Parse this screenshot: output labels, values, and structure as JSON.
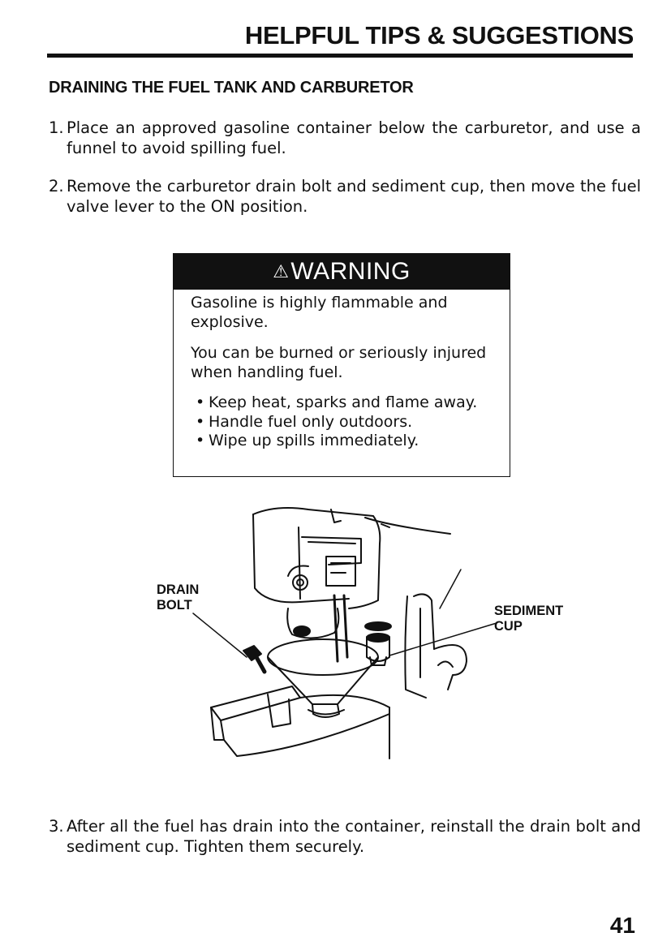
{
  "header": {
    "title": "HELPFUL TIPS & SUGGESTIONS"
  },
  "section": {
    "heading": "DRAINING THE FUEL TANK AND CARBURETOR"
  },
  "steps": [
    {
      "number": "1.",
      "text": "Place an approved gasoline container below the carburetor, and use a funnel to avoid spilling fuel."
    },
    {
      "number": "2.",
      "text": "Remove the carburetor drain bolt and sediment cup, then move the fuel valve lever to the ON position."
    },
    {
      "number": "3.",
      "text": "After all the fuel has drain into the container, reinstall the drain bolt and sediment cup. Tighten them securely."
    }
  ],
  "warning": {
    "title": "WARNING",
    "icon": "warning-triangle-icon",
    "paragraphs": [
      "Gasoline is highly flammable and explosive.",
      "You can be burned or seriously injured when handling fuel."
    ],
    "bullets": [
      "Keep heat, sparks and flame away.",
      "Handle fuel only outdoors.",
      "Wipe up spills immediately."
    ]
  },
  "figure": {
    "labels": {
      "drain_bolt_1": "DRAIN",
      "drain_bolt_2": "BOLT",
      "sediment_cup_1": "SEDIMENT",
      "sediment_cup_2": "CUP"
    }
  },
  "page": {
    "number": "41"
  }
}
